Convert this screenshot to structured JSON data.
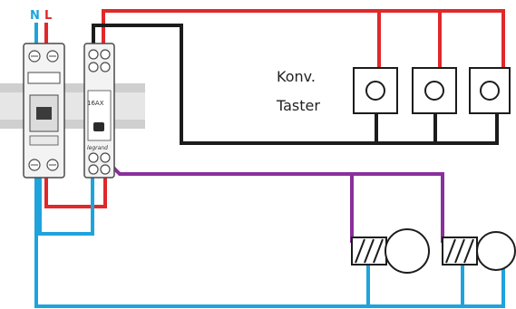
{
  "labels": {
    "neutral": "N",
    "live": "L",
    "switch_text_line1": "Konv.",
    "switch_text_line2": "Taster",
    "relay_rating": "16AX",
    "brand": "legrand"
  },
  "colors": {
    "neutral_wire": "#1fa3dd",
    "live_wire": "#e0282a",
    "switched_wire": "#8a2f9c",
    "control_wire": "#1c1c1c",
    "rail": "#d8d8d8",
    "module_body": "#f3f3f3",
    "module_outline": "#4a4a4a",
    "neutral_label": "#1fa3dd",
    "live_label": "#e0282a"
  },
  "components": {
    "breaker": "circuit-breaker",
    "relay": "impulse-relay",
    "switches_count_label": "",
    "push_buttons": 3,
    "lamps": 2
  }
}
